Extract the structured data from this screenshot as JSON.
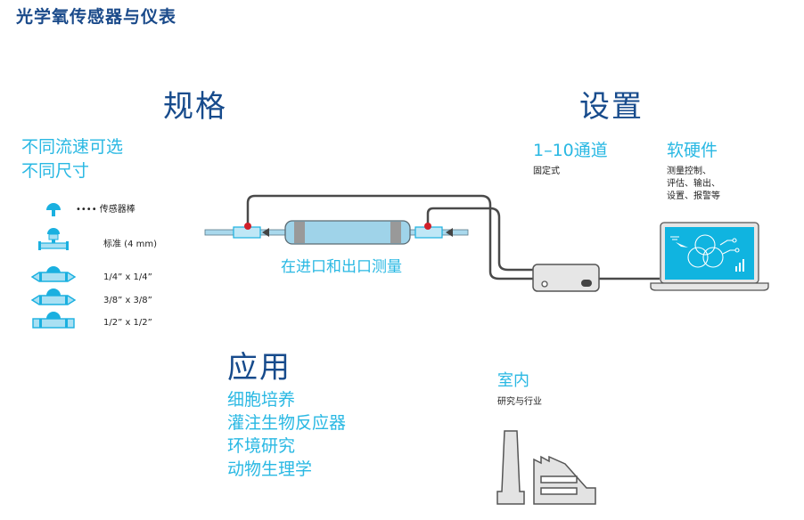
{
  "title": "光学氧传感器与仪表",
  "specs": {
    "heading": "规格",
    "lines": [
      "不同流速可选",
      "不同尺寸"
    ],
    "items": [
      {
        "icon": "sensor-probe-icon",
        "label": "•••• 传感器棒"
      },
      {
        "icon": "standard-flow-cell-icon",
        "label": "标准 (4 mm)"
      },
      {
        "icon": "flow-cell-quarter-icon",
        "label": "1/4” x 1/4”"
      },
      {
        "icon": "flow-cell-three-eighths-icon",
        "label": "3/8” x 3/8”"
      },
      {
        "icon": "flow-cell-half-icon",
        "label": "1/2” x 1/2”"
      }
    ]
  },
  "diagram": {
    "caption": "在进口和出口测量"
  },
  "setup": {
    "heading": "设置",
    "channels": {
      "title": "1–10通道",
      "desc": "固定式"
    },
    "software": {
      "title": "软硬件",
      "desc": [
        "测量控制、",
        "评估、输出、",
        "设置、报警等"
      ]
    }
  },
  "applications": {
    "heading": "应用",
    "items": [
      "细胞培养",
      "灌注生物反应器",
      "环境研究",
      "动物生理学"
    ]
  },
  "indoor": {
    "title": "室内",
    "desc": "研究与行业"
  },
  "colors": {
    "navy": "#174b8c",
    "cyan": "#29b8e3",
    "pipe": "#444444",
    "red": "#d0202a"
  }
}
